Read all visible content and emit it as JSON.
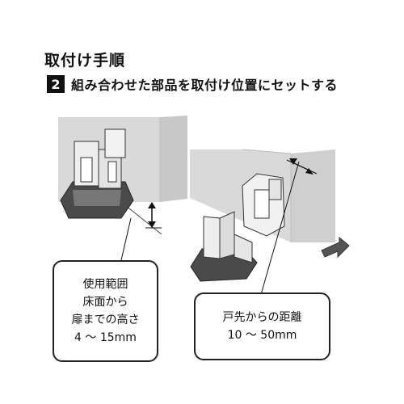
{
  "header": {
    "title": "取付け手順",
    "step_number": "2",
    "step_text": "組み合わせた部品を取付け位置にセットする"
  },
  "callouts": {
    "floor": {
      "line1": "使用範囲",
      "line2": "床面から",
      "line3": "扉までの高さ",
      "line4": "4 ～ 15mm"
    },
    "door": {
      "line1": "戸先からの距離",
      "line2": "10 ～ 50mm"
    }
  },
  "colors": {
    "wall": "#d9d9d9",
    "wall_edge": "#c4c4c4",
    "part_light": "#eeeeee",
    "part_dark": "#4a4a4a",
    "arrow": "#555555",
    "outline": "#222222"
  },
  "icons": {
    "direction_arrow": "arrow-right-icon",
    "dimension_arrow": "double-arrow-icon"
  }
}
